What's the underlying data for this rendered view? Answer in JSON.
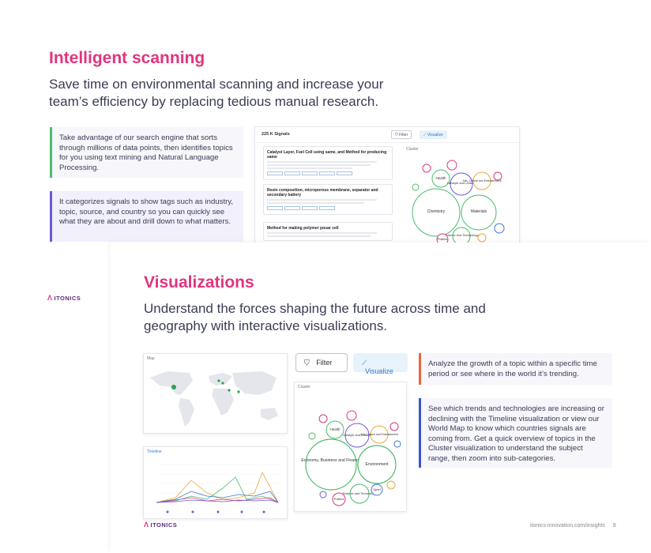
{
  "section1": {
    "title": "Intelligent scanning",
    "lead": "Save time on environmental scanning and increase your team’s efficiency by replacing tedious manual research.",
    "callouts": [
      {
        "text": "Take advantage of our search engine that sorts through millions of data points, then identifies topics for you using text mining and Natural Language Processing.",
        "accent": "#4cbb6c"
      },
      {
        "text": "It categorizes signals to show tags such as industry, topic, source, and country so you can quickly see what they are about and drill down to what matters.",
        "accent": "#6a5ad8"
      }
    ],
    "screenshot": {
      "count": "225 K Signals",
      "filter_label": "Filter",
      "visualize_label": "Visualize",
      "panel_title": "Cluster",
      "signals": [
        {
          "title": "Catalyst Layer, Fuel Cell using same, and Method for producing same"
        },
        {
          "title": "Resin composition, microporous membrane, separator and secondary battery"
        },
        {
          "title": "Method for making polymer pouar cell"
        }
      ],
      "cluster_labels": [
        "Chemistry",
        "Materials",
        "Health",
        "Lifestyle and Leisure",
        "Arts, Culture and Entertainment",
        "Science and Technology",
        "Politics"
      ]
    }
  },
  "section2": {
    "logo": "ITONICS",
    "title": "Visualizations",
    "lead": "Understand the forces shaping the future across time and geography with interactive visualizations.",
    "map_label": "Map",
    "timeline_label": "Timeline",
    "filter_label": "Filter",
    "visualize_label": "Visualize",
    "cluster_label": "Cluster",
    "cluster_labels": [
      "Economy, Business and Finance",
      "Environment",
      "Health",
      "Lifestyle and Leisure",
      "Arts, Culture and Entertainment",
      "Science and Technology",
      "Politics",
      "Sport"
    ],
    "callouts": [
      {
        "text": "Analyze the growth of a topic within a specific time period or see where in the world it’s trending.",
        "accent": "#e8673a"
      },
      {
        "text": "See which trends and technologies are increasing or declining with the Timeline visualization or view our World Map to know which countries signals are coming from. Get a quick overview of topics in the Cluster visualization to understand the subject range, then zoom into sub-categories.",
        "accent": "#3a56c8"
      }
    ]
  },
  "footer": {
    "logo": "ITONICS",
    "url": "itonics-innovation.com/insights",
    "page": "8"
  },
  "colors": {
    "brand_pink": "#e0357e",
    "brand_purple": "#5a2d82",
    "visualize_blue": "#2a78c2"
  }
}
